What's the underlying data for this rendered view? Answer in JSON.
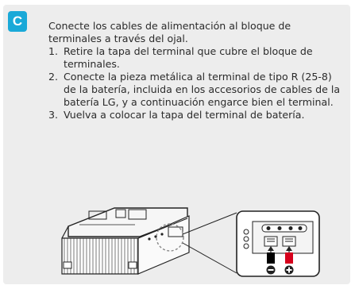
{
  "step_badge": "C",
  "intro": "Conecte los cables de alimentación al bloque de terminales a través del ojal.",
  "steps": [
    {
      "num": "1.",
      "text": "Retire la tapa del terminal que cubre el bloque de terminales."
    },
    {
      "num": "2.",
      "text": "Conecte la pieza metálica al terminal de tipo R (25-8) de la batería, incluida en los accesorios de cables de la batería LG, y a continuación engarce bien el terminal."
    },
    {
      "num": "3.",
      "text": "Vuelva a colocar la tapa del terminal de batería."
    }
  ],
  "colors": {
    "badge": "#1aa9d8",
    "panel": "#ededed",
    "negative_cable": "#000000",
    "positive_cable": "#d6001c"
  },
  "icons": {
    "negative_symbol": "minus-icon",
    "positive_symbol": "plus-icon"
  }
}
